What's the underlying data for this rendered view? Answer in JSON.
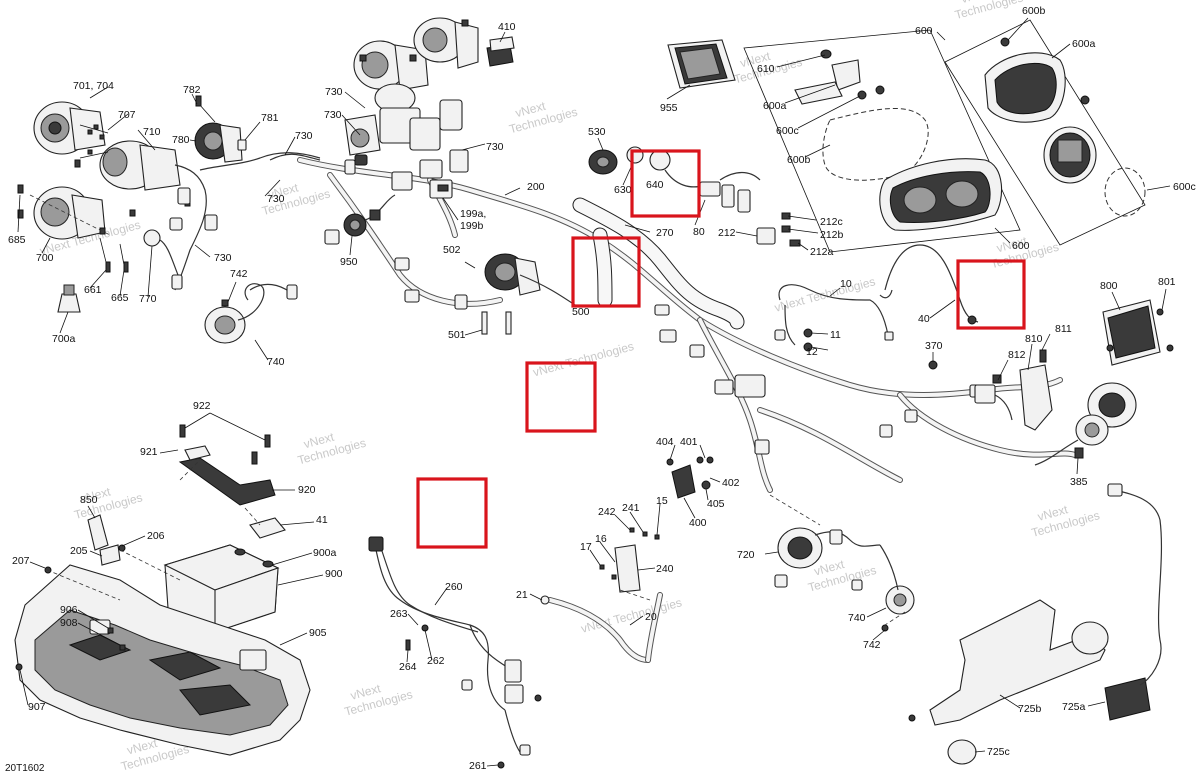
{
  "diagram_code": "20T1602",
  "watermark": {
    "line1": "vNext",
    "line2": "Technologies",
    "line3": "vNext Technologies"
  },
  "callouts": {
    "c701_704": "701, 704",
    "c707": "707",
    "c710": "710",
    "c685": "685",
    "c700": "700",
    "c661": "661",
    "c665": "665",
    "c770": "770",
    "c700a": "700a",
    "c782": "782",
    "c780": "780",
    "c781": "781",
    "c730a": "730",
    "c730b": "730",
    "c730c": "730",
    "c730d": "730",
    "c730e": "730",
    "c742a": "742",
    "c740a": "740",
    "c410": "410",
    "c950": "950",
    "c199": "199a,",
    "c199b": "199b",
    "c200": "200",
    "c502": "502",
    "c501": "501",
    "c500": "500",
    "c270": "270",
    "c955": "955",
    "c530": "530",
    "c630": "630",
    "c640": "640",
    "c80": "80",
    "c610": "610",
    "c600a_left": "600a",
    "c600c_left": "600c",
    "c600b_left": "600b",
    "c600_top": "600",
    "c600b_top": "600b",
    "c600a_right": "600a",
    "c600c_right": "600c",
    "c600_bottom": "600",
    "c212c": "212c",
    "c212b": "212b",
    "c212a": "212a",
    "c212": "212",
    "c10": "10",
    "c11": "11",
    "c12": "12",
    "c40": "40",
    "c370": "370",
    "c800": "800",
    "c801": "801",
    "c811": "811",
    "c810": "810",
    "c812": "812",
    "c385": "385",
    "c922": "922",
    "c921": "921",
    "c920": "920",
    "c41": "41",
    "c850": "850",
    "c206": "206",
    "c205": "205",
    "c207": "207",
    "c900a": "900a",
    "c900": "900",
    "c906": "906",
    "c908": "908",
    "c905": "905",
    "c907": "907",
    "c260": "260",
    "c263": "263",
    "c262": "262",
    "c264": "264",
    "c261": "261",
    "c404": "404",
    "c401": "401",
    "c402": "402",
    "c405": "405",
    "c400": "400",
    "c242": "242",
    "c241": "241",
    "c15": "15",
    "c16": "16",
    "c17": "17",
    "c240": "240",
    "c21": "21",
    "c20": "20",
    "c720": "720",
    "c740b": "740",
    "c742b": "742",
    "c725b": "725b",
    "c725a": "725a",
    "c725c": "725c"
  },
  "highlight_color": "#d9141c"
}
